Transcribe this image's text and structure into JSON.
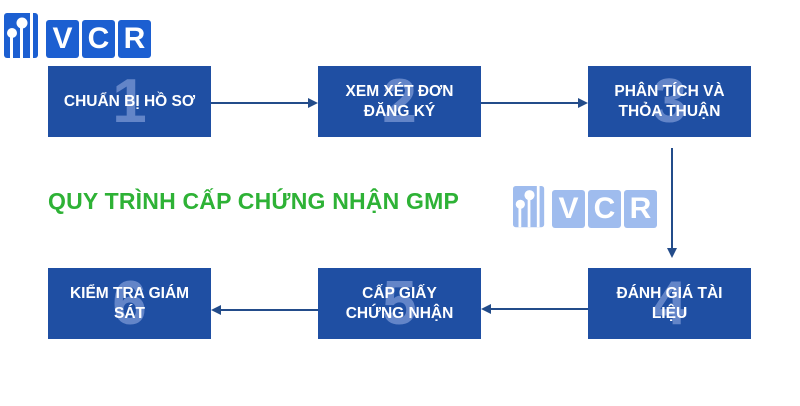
{
  "logo_top": {
    "text": [
      "V",
      "C",
      "R"
    ],
    "color": "#1c5fd1",
    "icon": "bar-chart-nodes-icon"
  },
  "logo_watermark": {
    "text": [
      "V",
      "C",
      "R"
    ],
    "color": "#9fbcee",
    "icon": "bar-chart-nodes-icon"
  },
  "title": "QUY TRÌNH CẤP CHỨNG NHẬN GMP",
  "colors": {
    "box": "#1f4fa3",
    "arrow": "#234c8a",
    "title": "#2eb236",
    "step_number": "#6f8fcf"
  },
  "steps": [
    {
      "number": "1",
      "label": "CHUẨN BỊ HỒ SƠ"
    },
    {
      "number": "2",
      "label": "XEM XÉT ĐƠN ĐĂNG KÝ"
    },
    {
      "number": "3",
      "label": "PHÂN TÍCH VÀ THỎA THUẬN"
    },
    {
      "number": "4",
      "label": "ĐÁNH GIÁ TÀI LIỆU"
    },
    {
      "number": "5",
      "label": "CẤP GIẤY CHỨNG NHẬN"
    },
    {
      "number": "6",
      "label": "KIỂM TRA GIÁM SÁT"
    }
  ]
}
